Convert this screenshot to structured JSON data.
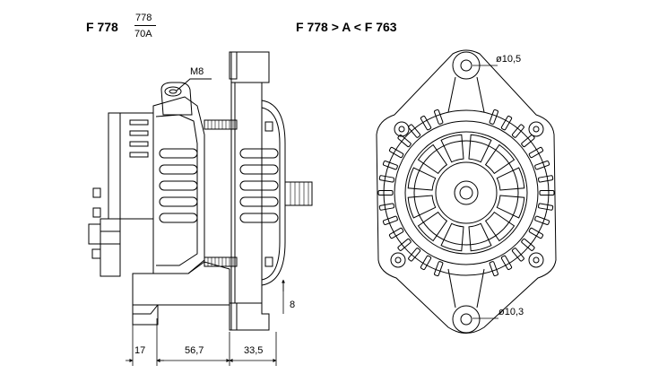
{
  "header": {
    "model": "F 778",
    "fraction_top": "778",
    "fraction_bottom": "70A",
    "equivalence": "F 778 > A < F 763"
  },
  "side_view": {
    "thread_label": "M8",
    "dimensions": [
      "17",
      "56,7",
      "33,5"
    ],
    "offset_label": "8"
  },
  "front_view": {
    "top_hole": "ø10,5",
    "bottom_hole": "ø10,3"
  }
}
